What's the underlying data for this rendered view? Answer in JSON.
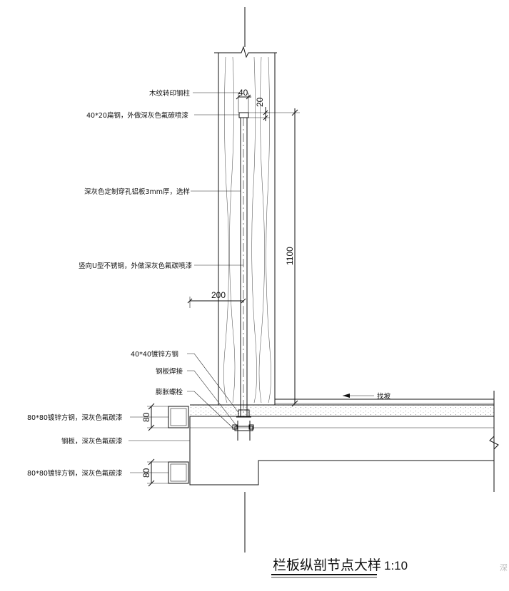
{
  "title": "栏板纵剖节点大样",
  "scale": "1:10",
  "labels": {
    "wood_post": "木纹转印钢柱",
    "flat_steel": "40*20扁钢，外做深灰色氟碳喷漆",
    "perforated_panel": "深灰色定制穿孔铝板3mm厚，选样",
    "u_steel": "竖向U型不锈钢，外做深灰色氟碳喷漆",
    "square_tube": "40*40镀锌方钢",
    "weld": "钢板焊接",
    "anchor_bolt": "膨胀螺栓",
    "tube_80_top": "80*80镀锌方钢，深灰色氟碳漆",
    "steel_plate": "钢板，深灰色氟碳漆",
    "tube_80_bottom": "80*80镀锌方钢，深灰色氟碳漆",
    "slope": "找坡"
  },
  "dimensions": {
    "post_width": "40",
    "flat_height": "20",
    "railing_height": "1100",
    "offset": "200",
    "tube_top": "80",
    "tube_bottom": "80"
  },
  "watermark": "深 封"
}
